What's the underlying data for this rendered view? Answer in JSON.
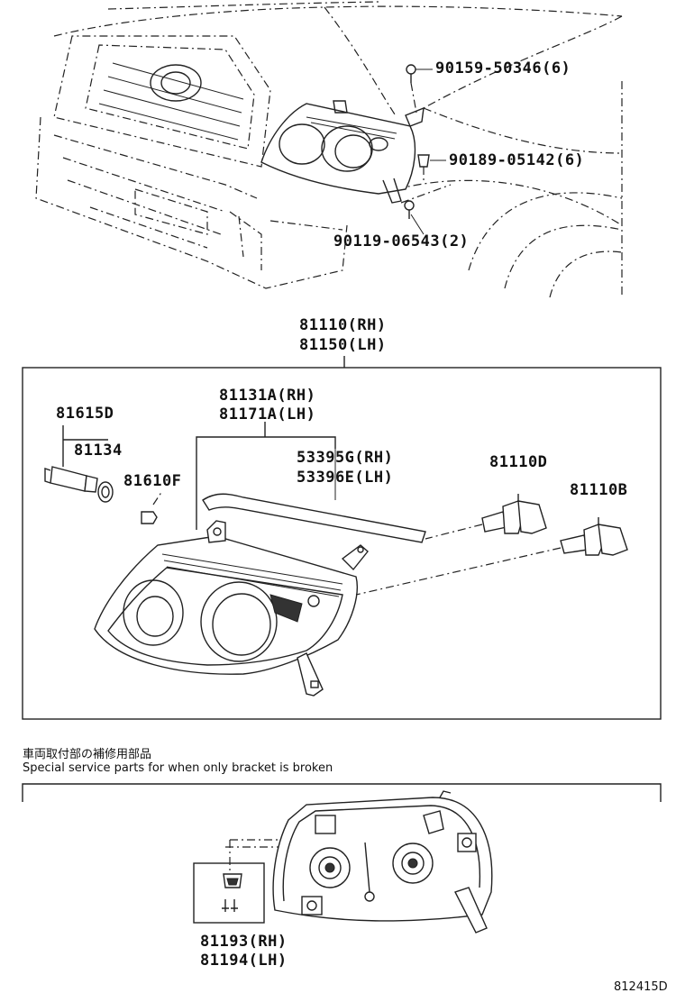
{
  "callouts": {
    "bolt_top": "90159-50346(6)",
    "clip": "90189-05142(6)",
    "bolt_bottom": "90119-06543(2)"
  },
  "assembly": {
    "rh": "81110(RH)",
    "lh": "81150(LH)"
  },
  "parts": {
    "socket": "81615D",
    "gasket": "81134",
    "bulb_small": "81610F",
    "housing_rh": "81131A(RH)",
    "housing_lh": "81171A(LH)",
    "trim_rh": "53395G(RH)",
    "trim_lh": "53396E(LH)",
    "bulb_hi": "81110D",
    "bulb_lo": "81110B"
  },
  "service": {
    "note_jp": "車両取付部の補修用部品",
    "note_en": "Special service parts for when only bracket is broken",
    "kit_rh": "81193(RH)",
    "kit_lh": "81194(LH)"
  },
  "diagram_code": "812415D"
}
